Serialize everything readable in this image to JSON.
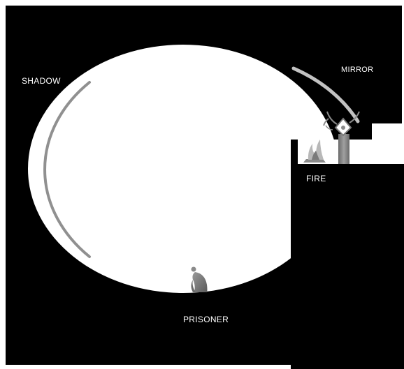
{
  "labels": {
    "shadow": "SHADOW",
    "mirror": "MIRROR",
    "fire": "FIRE",
    "prisoner": "PRISONER"
  },
  "icons": {
    "fire": "fire-icon",
    "prisoner": "seated-prisoner-icon",
    "figure": "figure-with-raised-arms-icon"
  },
  "colors": {
    "background": "#000000",
    "cave": "#ffffff",
    "wall_strip": "#909090",
    "mirror_strip": "#c0c0c0",
    "figure": "#808080",
    "label_text": "#ffffff"
  }
}
